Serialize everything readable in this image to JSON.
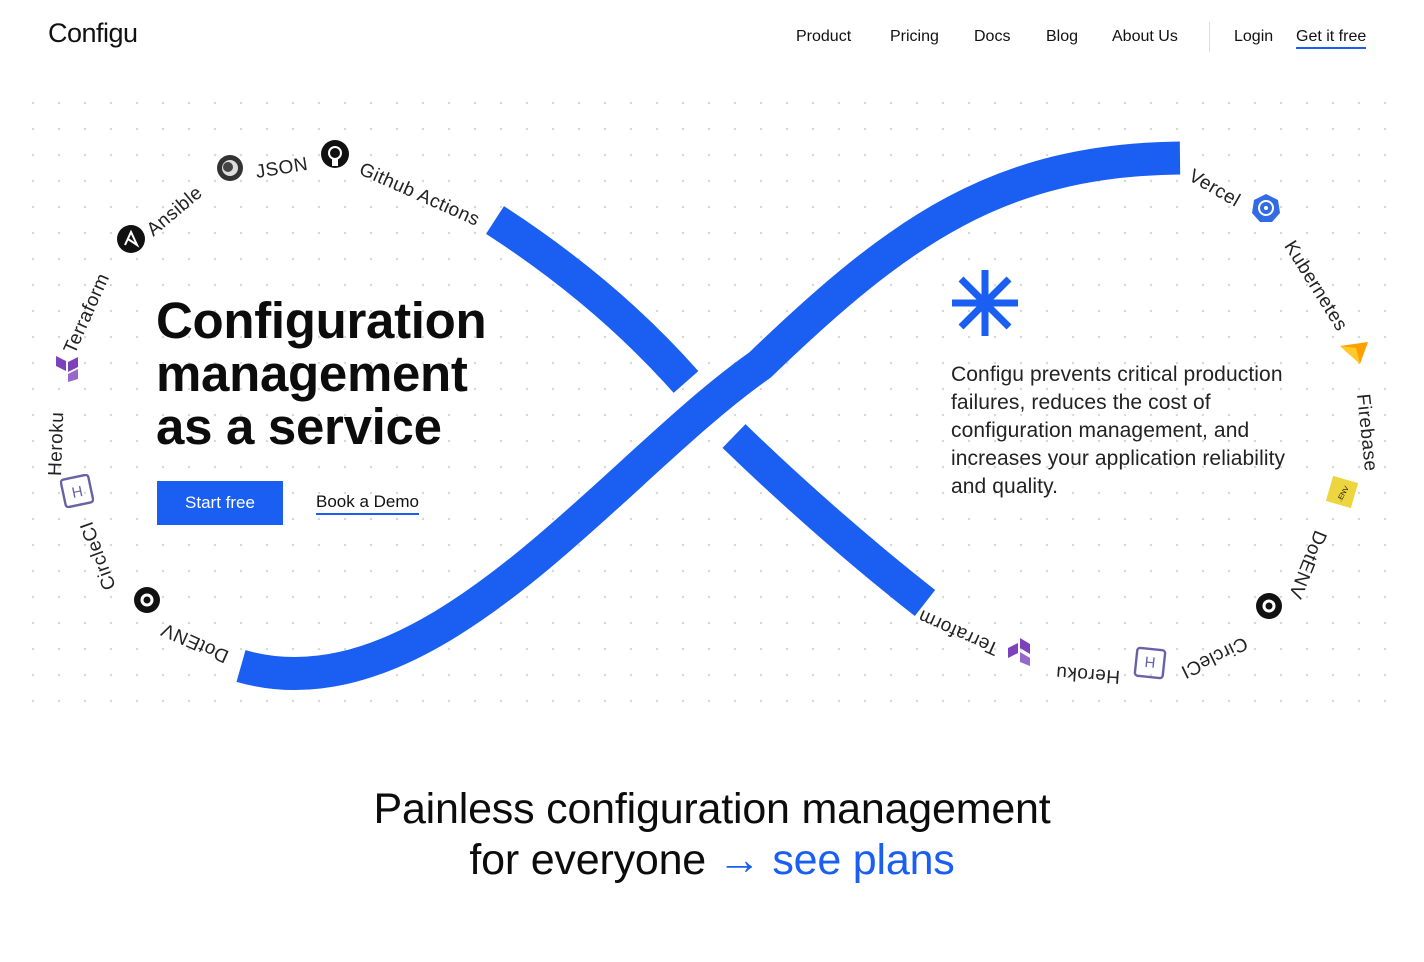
{
  "header": {
    "logo": "Configu",
    "nav": [
      "Product",
      "Pricing",
      "Docs",
      "Blog",
      "About Us"
    ],
    "login": "Login",
    "cta": "Get it free"
  },
  "hero": {
    "title_lines": [
      "Configuration",
      "management",
      "as a service"
    ],
    "start_button": "Start free",
    "demo_link": "Book a Demo",
    "description": "Configu prevents critical production failures, reduces the cost of configuration management, and increases your application reliability and quality."
  },
  "tools_left": [
    "DotENV",
    "CircleCI",
    "Heroku",
    "Terraform",
    "Ansible",
    "JSON",
    "Github Actions"
  ],
  "tools_right": [
    "Vercel",
    "Kubernetes",
    "Firebase",
    "DotENV",
    "CircleCI",
    "Heroku",
    "Terraform"
  ],
  "plans": {
    "line1": "Painless configuration management",
    "line2": "for everyone",
    "arrow": "→",
    "link": "see plans"
  },
  "colors": {
    "accent": "#1a5ff2",
    "text": "#111111",
    "terraform": "#7b42bc",
    "heroku": "#6762a6",
    "firebase": "#ffca28",
    "dotenv": "#ecd53f"
  },
  "icons": [
    "ansible-icon",
    "json-icon",
    "github-icon",
    "terraform-icon",
    "heroku-icon",
    "circleci-icon",
    "kubernetes-icon",
    "firebase-icon",
    "dotenv-icon"
  ]
}
